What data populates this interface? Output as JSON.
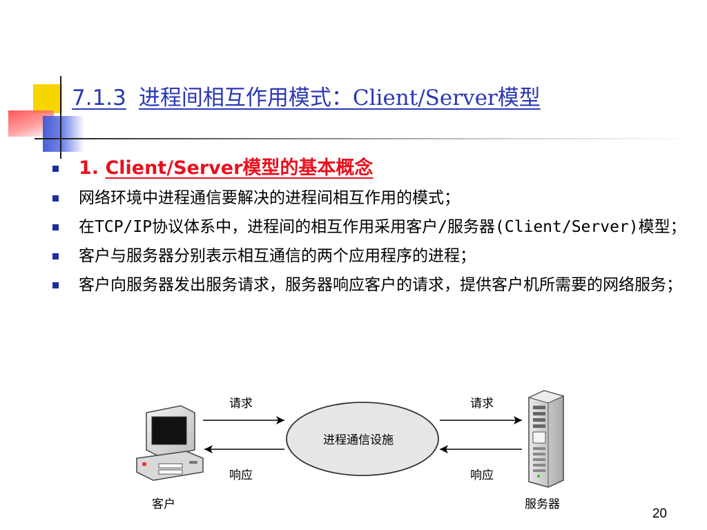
{
  "slide": {
    "title_number": "7.1.3",
    "title_text": "进程间相互作用模式：Client/Server模型",
    "heading": {
      "prefix": "1. ",
      "text": "Client/Server模型的基本概念"
    },
    "bullets": [
      "网络环境中进程通信要解决的进程间相互作用的模式；",
      "在TCP/IP协议体系中，进程间的相互作用采用客户/服务器(Client/Server)模型；",
      "客户与服务器分别表示相互通信的两个应用程序的进程；",
      "客户向服务器发出服务请求，服务器响应客户的请求，提供客户机所需要的网络服务；"
    ],
    "page_number": "20"
  },
  "diagram": {
    "center_label": "进程通信设施",
    "left_request": "请求",
    "left_response": "响应",
    "right_request": "请求",
    "right_response": "响应",
    "client_label": "客户",
    "server_label": "服务器"
  },
  "colors": {
    "title": "#2a37b3",
    "heading": "#e8101e",
    "bullet_mark": "#1d2f9d",
    "ellipse_fill": "#e6e6e6"
  }
}
